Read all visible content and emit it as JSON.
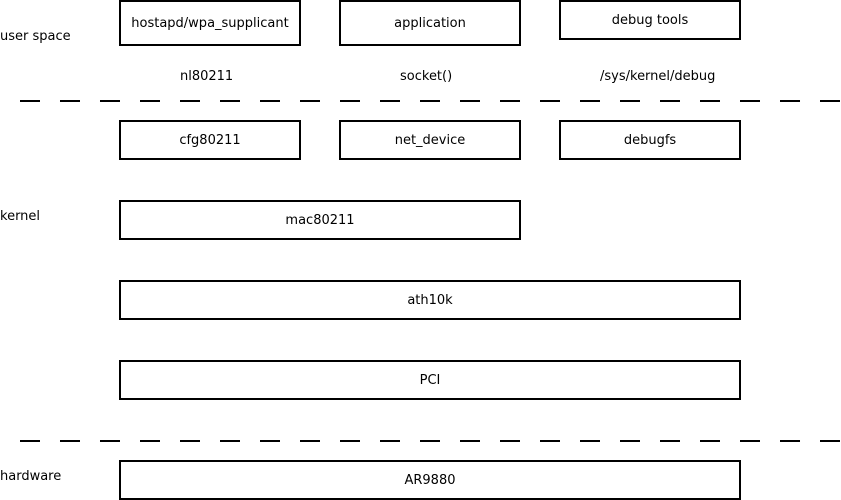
{
  "layers": {
    "user_space": "user space",
    "kernel": "kernel",
    "hardware": "hardware"
  },
  "user_space_boxes": {
    "hostapd": "hostapd/wpa_supplicant",
    "application": "application",
    "debug_tools": "debug tools"
  },
  "interfaces": {
    "nl80211": "nl80211",
    "socket": "socket()",
    "sysfs_debug": "/sys/kernel/debug"
  },
  "kernel_boxes": {
    "cfg80211": "cfg80211",
    "net_device": "net_device",
    "debugfs": "debugfs",
    "mac80211": "mac80211",
    "ath10k": "ath10k",
    "pci": "PCI"
  },
  "hardware_boxes": {
    "ar9880": "AR9880"
  }
}
